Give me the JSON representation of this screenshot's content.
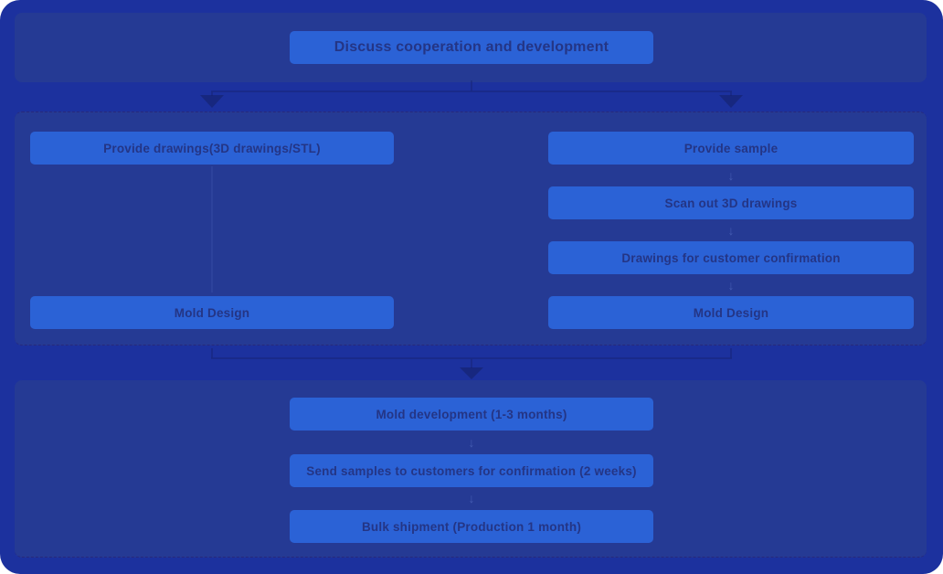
{
  "palette": {
    "base_background": "#1C319E",
    "panel_background": "#253A94",
    "node_background": "#2B62D6",
    "node_text": "#243585",
    "connector": "#16226E"
  },
  "flowchart": {
    "title_node": {
      "label": "Discuss cooperation and development"
    },
    "left_branch": {
      "steps": [
        {
          "label": "Provide drawings(3D drawings/STL)"
        },
        {
          "label": "Mold Design"
        }
      ]
    },
    "right_branch": {
      "steps": [
        {
          "label": "Provide sample"
        },
        {
          "label": "Scan out 3D drawings"
        },
        {
          "label": "Drawings for customer confirmation"
        },
        {
          "label": "Mold Design"
        }
      ]
    },
    "final_branch": {
      "steps": [
        {
          "label": "Mold development (1-3 months)"
        },
        {
          "label": "Send samples to customers for confirmation (2 weeks)"
        },
        {
          "label": "Bulk shipment (Production 1 month)"
        }
      ]
    },
    "icons": {
      "down_arrow": "↓"
    }
  }
}
